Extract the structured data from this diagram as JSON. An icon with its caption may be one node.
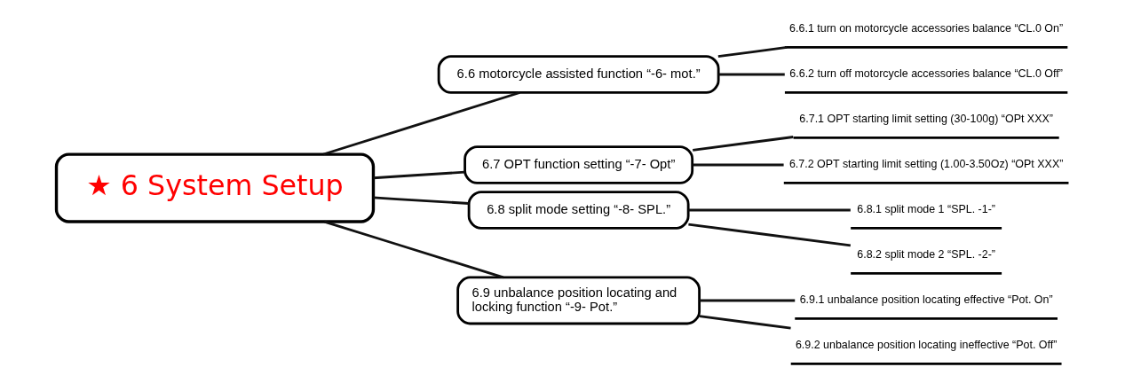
{
  "diagram": {
    "nodes": [
      {
        "text": [
          "★ 6 System Setup"
        ]
      },
      {
        "text": [
          "6.6 motorcycle assisted function “-6- mot.”"
        ]
      },
      {
        "text": [
          "6.6.1 turn on motorcycle accessories balance “CL.0 On”"
        ]
      },
      {
        "text": [
          "6.6.2 turn off motorcycle accessories balance “CL.0 Off”"
        ]
      },
      {
        "text": [
          "6.7 OPT function setting “-7- Opt”"
        ]
      },
      {
        "text": [
          "6.7.1 OPT starting limit setting (30-100g) “OPt XXX”"
        ]
      },
      {
        "text": [
          "6.7.2 OPT starting limit setting (1.00-3.50Oz) “OPt XXX”"
        ]
      },
      {
        "text": [
          "6.8 split mode setting “-8- SPL.”"
        ]
      },
      {
        "text": [
          "6.8.1 split mode 1 “SPL. -1-”"
        ]
      },
      {
        "text": [
          "6.8.2 split mode 2 “SPL. -2-”"
        ]
      },
      {
        "text": [
          "6.9 unbalance position locating and locking function “-9- Pot.”"
        ]
      },
      {
        "text": [
          "6.9.1 unbalance position locating effective “Pot. On”"
        ]
      },
      {
        "text": [
          "6.9.2 unbalance position locating ineffective “Pot. Off”"
        ]
      }
    ],
    "edges": [
      {
        "from": 0,
        "to": 1,
        "arrow": "none"
      },
      {
        "from": 0,
        "to": 4,
        "arrow": "none"
      },
      {
        "from": 0,
        "to": 7,
        "arrow": "none"
      },
      {
        "from": 0,
        "to": 10,
        "arrow": "none"
      },
      {
        "from": 1,
        "to": 2,
        "arrow": "none"
      },
      {
        "from": 1,
        "to": 3,
        "arrow": "none"
      },
      {
        "from": 4,
        "to": 5,
        "arrow": "none"
      },
      {
        "from": 4,
        "to": 6,
        "arrow": "none"
      },
      {
        "from": 7,
        "to": 8,
        "arrow": "none"
      },
      {
        "from": 7,
        "to": 9,
        "arrow": "none"
      },
      {
        "from": 10,
        "to": 11,
        "arrow": "none"
      },
      {
        "from": 10,
        "to": 12,
        "arrow": "none"
      }
    ]
  }
}
